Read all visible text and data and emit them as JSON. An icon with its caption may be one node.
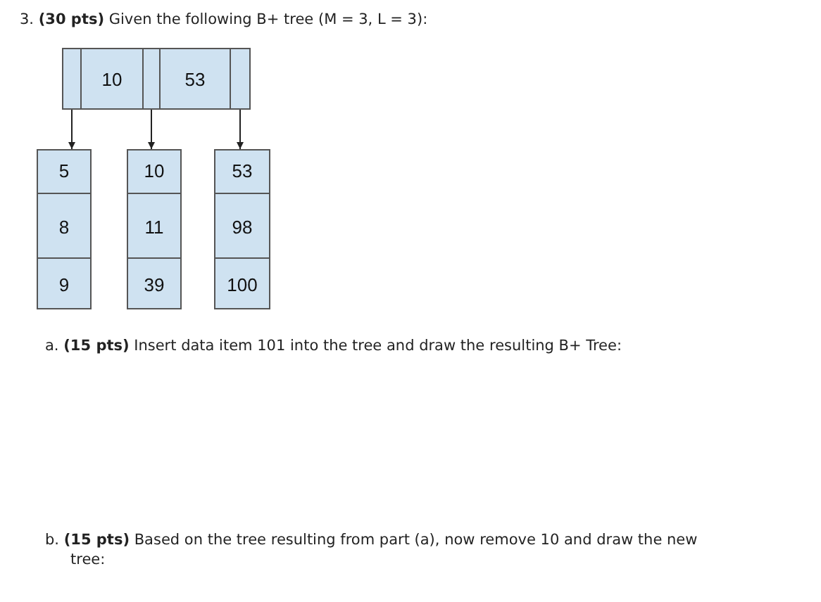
{
  "diagram": {
    "title": "3. **(30 pts)** Given the following B+ tree (M = 3, L = 3):",
    "nodes": [
      {
        "text": [],
        "shape": "box"
      },
      {
        "text": [],
        "shape": "box",
        "in": 0
      },
      {
        "text": [
          "10"
        ],
        "in": 0
      },
      {
        "text": [],
        "shape": "box",
        "in": 0
      },
      {
        "text": [
          "53"
        ],
        "in": 0
      },
      {
        "text": [],
        "shape": "box",
        "in": 0
      },
      {
        "text": [
          "5",
          "8",
          "9"
        ]
      },
      {
        "text": [
          "10",
          "11",
          "39"
        ]
      },
      {
        "text": [
          "53",
          "98",
          "100"
        ]
      }
    ],
    "edges": [
      {
        "from": 1,
        "to": 6,
        "arrow": "to"
      },
      {
        "from": 3,
        "to": 7,
        "arrow": "to"
      },
      {
        "from": 5,
        "to": 8,
        "arrow": "to"
      }
    ],
    "labels": [
      "a. **(15 pts)** Insert data item 101 into the tree and draw the resulting B+ Tree:",
      "b. **(15 pts)** Based on the tree resulting from part (a), now remove 10 and draw the new tree:"
    ]
  }
}
